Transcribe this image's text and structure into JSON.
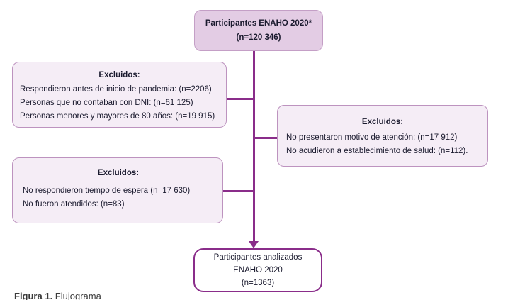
{
  "flow": {
    "top_box": {
      "line1": "Participantes ENAHO 2020*",
      "line2": "(n=120 346)"
    },
    "excluded_initial": {
      "title": "Excluidos:",
      "items": [
        "Respondieron antes de inicio de pandemia: (n=2206)",
        "Personas que no contaban con DNI: (n=61 125)",
        "Personas menores y mayores de 80 años: (n=19 915)"
      ]
    },
    "excluded_right": {
      "title": "Excluidos:",
      "items": [
        "No presentaron motivo de atención: (n=17 912)",
        "No acudieron a establecimiento de salud: (n=112)."
      ]
    },
    "excluded_second": {
      "title": "Excluidos:",
      "items": [
        "No respondieron tiempo de espera (n=17 630)",
        "No fueron atendidos: (n=83)"
      ]
    },
    "final_box": {
      "line1": "Participantes analizados",
      "line2": "ENAHO 2020",
      "line3": "(n=1363)"
    },
    "caption": {
      "label": "Figura 1.",
      "text": " Flujograma"
    },
    "colors": {
      "connector": "#8a2d8a",
      "top_box_fill": "#e3cce4",
      "top_box_border": "#c49fc6",
      "excluded_fill": "#f5edf6",
      "excluded_border": "#bd93bf",
      "final_box_border": "#8a2d8a",
      "text": "#1a1a2e"
    }
  }
}
